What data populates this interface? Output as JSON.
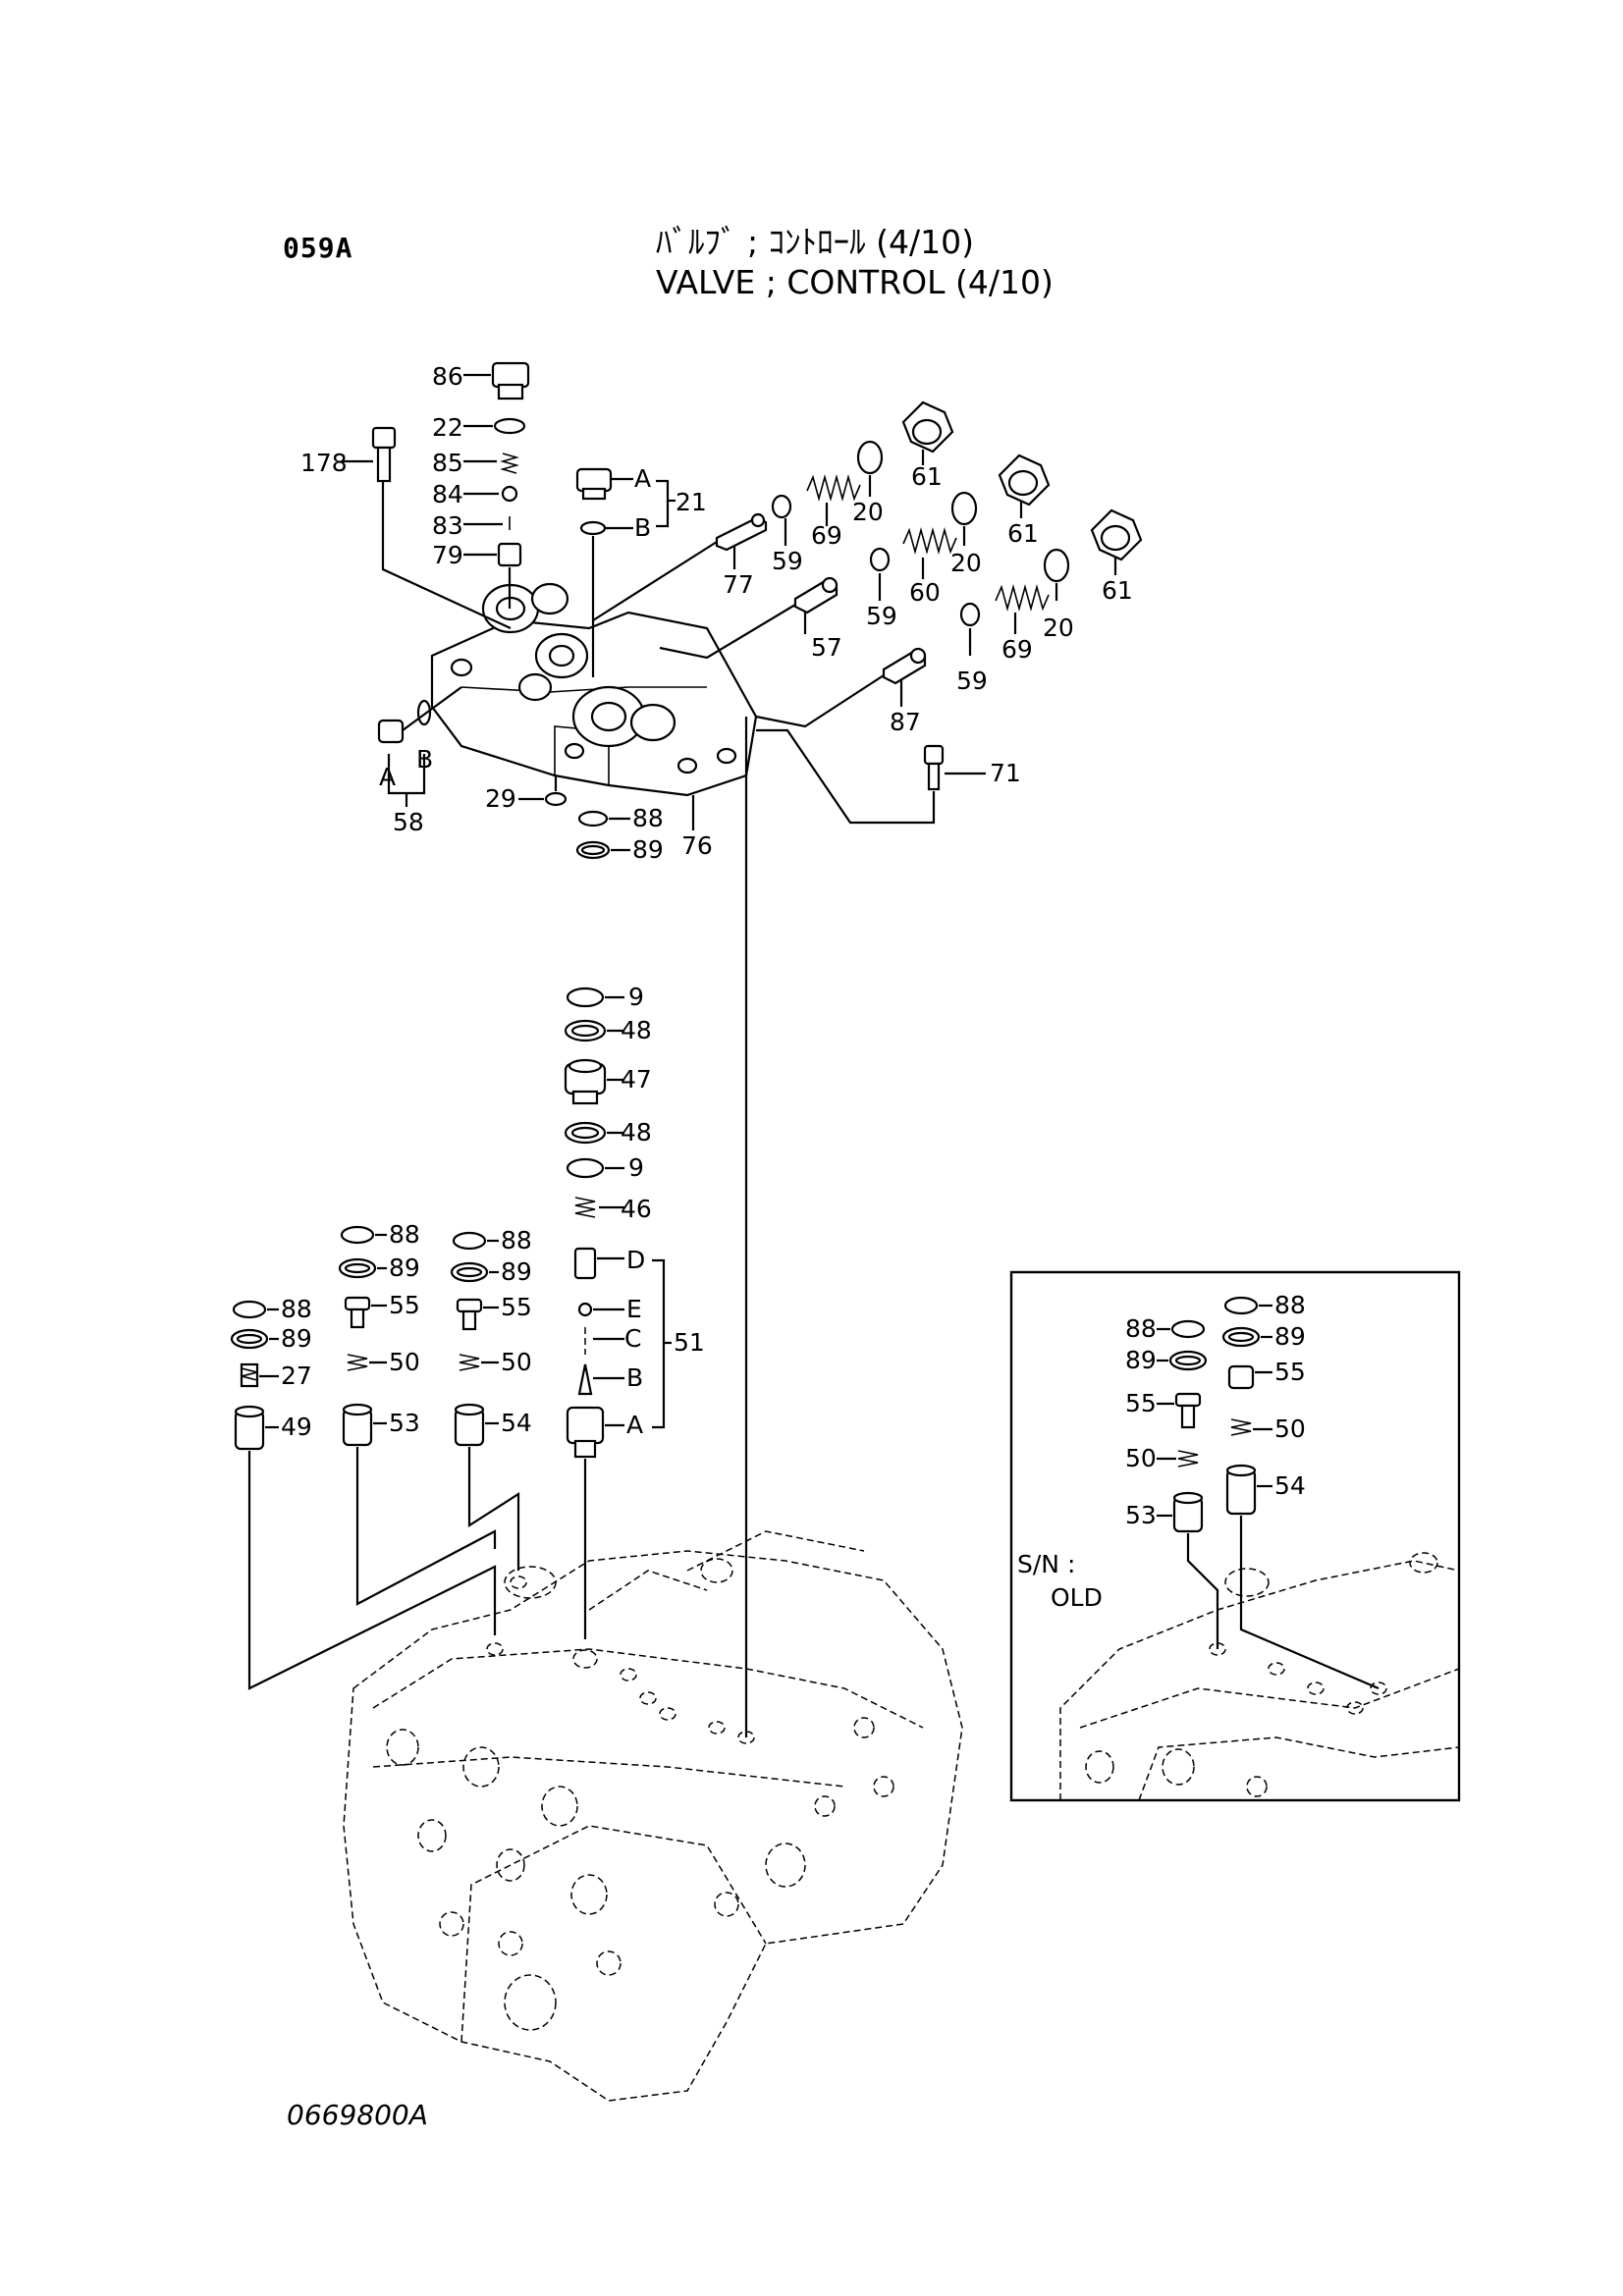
{
  "header": {
    "section_code": "059A",
    "title_japanese": "ﾊﾞﾙﾌﾞ ; ｺﾝﾄﾛｰﾙ (4/10)",
    "title_english": "VALVE ; CONTROL (4/10)"
  },
  "footer": {
    "drawing_number": "0669800A"
  },
  "callouts": {
    "p86": "86",
    "p22": "22",
    "p85": "85",
    "p84": "84",
    "p83": "83",
    "p79": "79",
    "p178": "178",
    "p21": "21",
    "p21a": "A",
    "p21b": "B",
    "p61a": "61",
    "p61b": "61",
    "p61c": "61",
    "p20a": "20",
    "p20b": "20",
    "p20c": "20",
    "p69a": "69",
    "p69b": "69",
    "p60": "60",
    "p59a": "59",
    "p59b": "59",
    "p59c": "59",
    "p77": "77",
    "p57": "57",
    "p87": "87",
    "p71": "71",
    "p58": "58",
    "p58a": "A",
    "p58b": "B",
    "p29": "29",
    "p88top": "88",
    "p89top": "89",
    "p76": "76",
    "s9a": "9",
    "s48a": "48",
    "s47": "47",
    "s48b": "48",
    "s9b": "9",
    "s46": "46",
    "s51": "51",
    "s51d": "D",
    "s51e": "E",
    "s51c": "C",
    "s51b": "B",
    "s51a": "A",
    "c1_88": "88",
    "c1_89": "89",
    "c1_27": "27",
    "c1_49": "49",
    "c2_88": "88",
    "c2_89": "89",
    "c2_55": "55",
    "c2_50": "50",
    "c2_53": "53",
    "c3_88": "88",
    "c3_89": "89",
    "c3_55": "55",
    "c3_50": "50",
    "c3_54": "54"
  },
  "inset": {
    "label_line1": "S/N :",
    "label_line2": "OLD",
    "left": {
      "p88": "88",
      "p89": "89",
      "p55": "55",
      "p50": "50",
      "p53": "53"
    },
    "right": {
      "p88": "88",
      "p89": "89",
      "p55": "55",
      "p50": "50",
      "p54": "54"
    }
  }
}
